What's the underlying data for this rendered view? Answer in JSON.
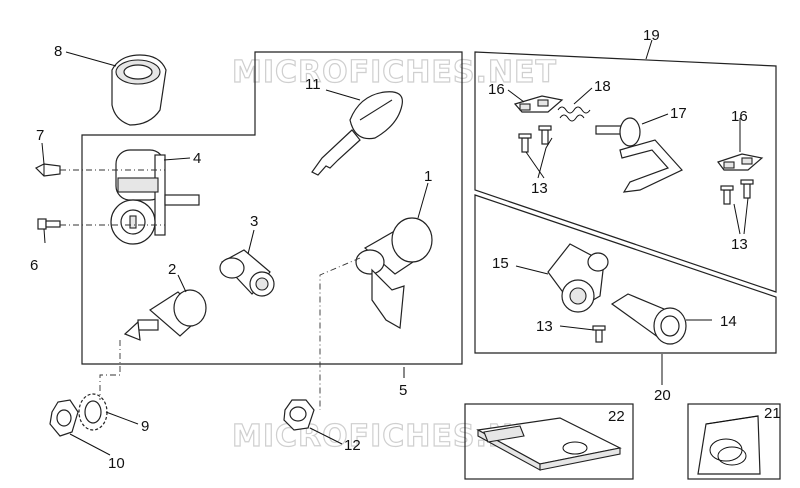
{
  "watermark": "MICROFICHES.NET",
  "callouts": {
    "p1": "1",
    "p2": "2",
    "p3": "3",
    "p4": "4",
    "p5": "5",
    "p6": "6",
    "p7": "7",
    "p8": "8",
    "p9": "9",
    "p10": "10",
    "p11": "11",
    "p12": "12",
    "p13a": "13",
    "p13b": "13",
    "p13c": "13",
    "p14": "14",
    "p15": "15",
    "p16a": "16",
    "p16b": "16",
    "p17": "17",
    "p18": "18",
    "p19": "19",
    "p20": "20",
    "p21": "21",
    "p22": "22"
  }
}
